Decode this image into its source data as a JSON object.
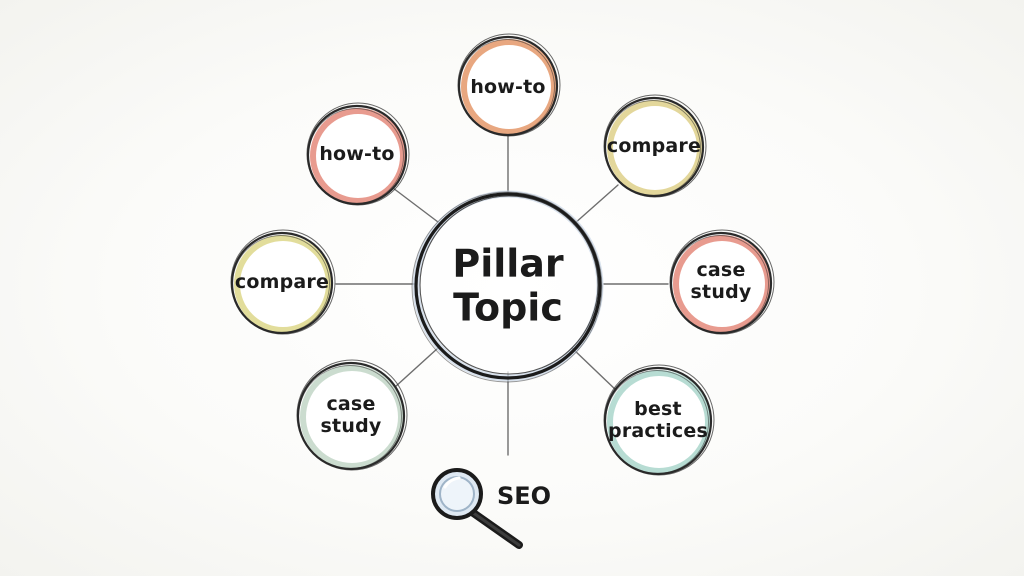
{
  "center": {
    "label": "Pillar\nTopic"
  },
  "nodes": [
    {
      "label": "how-to",
      "accent": "#e08a55"
    },
    {
      "label": "compare",
      "accent": "#d9c97a"
    },
    {
      "label": "case\nstudy",
      "accent": "#e07a6a"
    },
    {
      "label": "best\npractices",
      "accent": "#9fd0c4"
    },
    {
      "label": "case\nstudy",
      "accent": "#b9d0bf"
    },
    {
      "label": "compare",
      "accent": "#d8d27a"
    },
    {
      "label": "how-to",
      "accent": "#e07a6a"
    }
  ],
  "seo": {
    "label": "SEO",
    "icon": "magnifying-glass-icon"
  },
  "colors": {
    "ink": "#1b1b1b",
    "line": "#6e6e6e",
    "center_tint": "#c9d6e6"
  }
}
